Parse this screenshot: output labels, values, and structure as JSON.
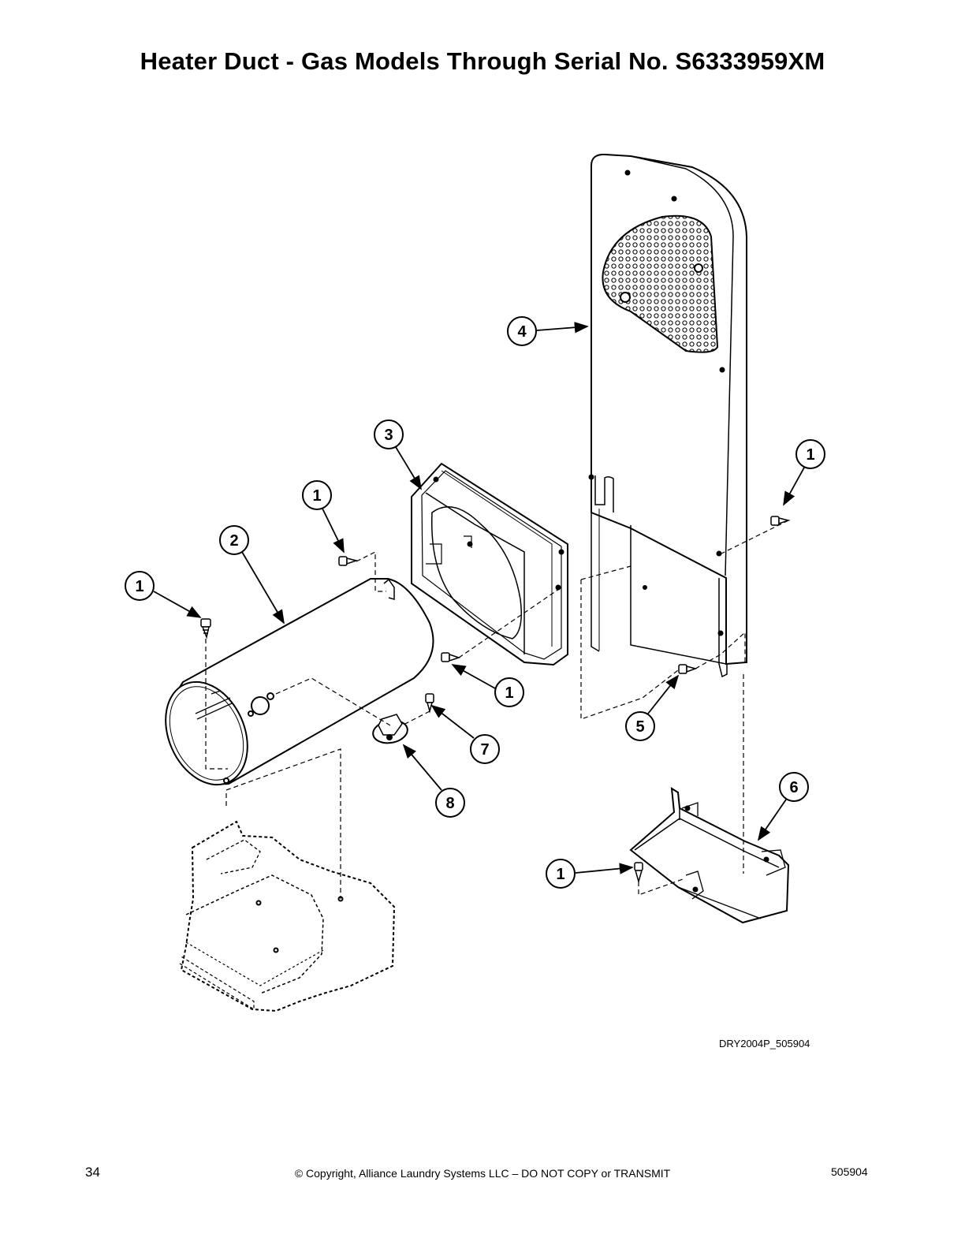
{
  "page": {
    "title": "Heater Duct - Gas Models Through Serial No. S6333959XM",
    "drawing_id": "DRY2004P_505904",
    "page_number": "34",
    "copyright": "© Copyright, Alliance Laundry Systems LLC – DO NOT COPY or TRANSMIT",
    "doc_number": "505904"
  },
  "callouts": [
    {
      "id": "callout-4",
      "label": "4"
    },
    {
      "id": "callout-3",
      "label": "3"
    },
    {
      "id": "callout-1a",
      "label": "1"
    },
    {
      "id": "callout-1b",
      "label": "1"
    },
    {
      "id": "callout-2",
      "label": "2"
    },
    {
      "id": "callout-1c",
      "label": "1"
    },
    {
      "id": "callout-1d",
      "label": "1"
    },
    {
      "id": "callout-5",
      "label": "5"
    },
    {
      "id": "callout-7",
      "label": "7"
    },
    {
      "id": "callout-8",
      "label": "8"
    },
    {
      "id": "callout-6",
      "label": "6"
    },
    {
      "id": "callout-1e",
      "label": "1"
    }
  ]
}
